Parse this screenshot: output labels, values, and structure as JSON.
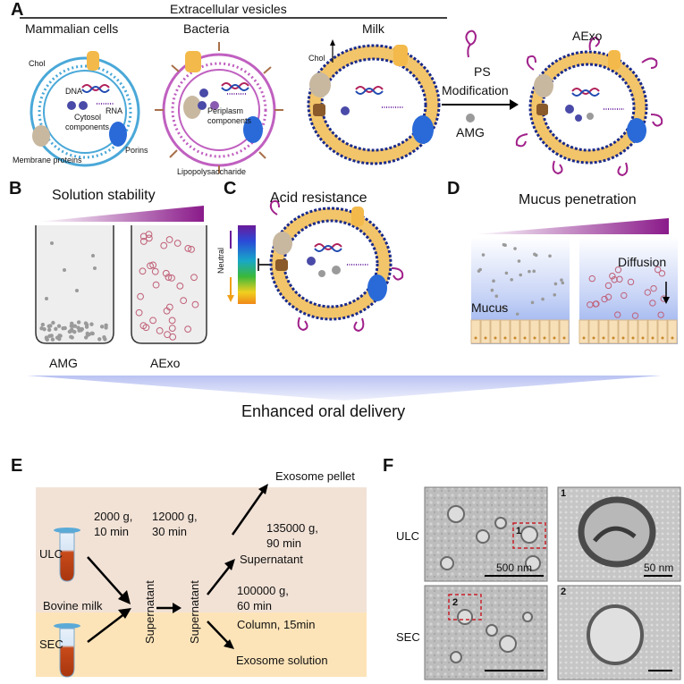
{
  "panel_letters": [
    "A",
    "B",
    "C",
    "D",
    "E",
    "F"
  ],
  "panel_a": {
    "title": "Extracellular vesicles",
    "vesicles": [
      {
        "name": "Mammalian cells",
        "labels": [
          "Chol",
          "DNA",
          "RNA",
          "Cytosol",
          "components",
          "Membrane proteins",
          "Porins"
        ]
      },
      {
        "name": "Bacteria",
        "labels": [
          "Periplasm",
          "components",
          "Lipopolysaccharide"
        ]
      },
      {
        "name": "Milk",
        "labels": [
          "Chol"
        ]
      }
    ],
    "modification": {
      "line1": "PS",
      "line2": "Modification",
      "agent": "AMG"
    },
    "product": "AExo"
  },
  "panel_b": {
    "title": "Solution stability",
    "left_label": "AMG",
    "right_label": "AExo"
  },
  "panel_c": {
    "title": "Acid resistance",
    "scale_label": "Neutral"
  },
  "panel_d": {
    "title": "Mucus penetration",
    "mucus_label": "Mucus",
    "diffusion_label": "Diffusion"
  },
  "banner": {
    "text": "Enhanced oral delivery"
  },
  "panel_e": {
    "tube_ulc": "ULC",
    "tube_sec": "SEC",
    "source": "Bovine milk",
    "step1": [
      "2000 g,",
      "10 min"
    ],
    "step2": [
      "12000 g,",
      "30 min"
    ],
    "supernatant_a": "Supernatant",
    "supernatant_b": "Supernatant",
    "supernatant_c": "Supernatant",
    "step3": [
      "135000 g,",
      "90 min"
    ],
    "step4": [
      "100000 g,",
      "60 min"
    ],
    "pellet": "Exosome pellet",
    "column": "Column, 15min",
    "solution": "Exosome solution"
  },
  "panel_f": {
    "row_ulc": "ULC",
    "row_sec": "SEC",
    "scale_low": "500 nm",
    "scale_high": "50 nm",
    "inset1": "1",
    "inset2": "2"
  },
  "colors": {
    "mammal_membrane": "#4aa8d8",
    "bacteria_membrane": "#c060c0",
    "milk_membrane": "#1a2a8a",
    "lipid_core": "#f3c56a",
    "ps_chain": "#a0208a",
    "gradient_purple": "#8a1a8a",
    "banner": "#b9c2f2",
    "e_top_bg": "#f2e2d6",
    "e_bottom_bg": "#fde4b8",
    "tube_fill": "#c84a1a"
  }
}
